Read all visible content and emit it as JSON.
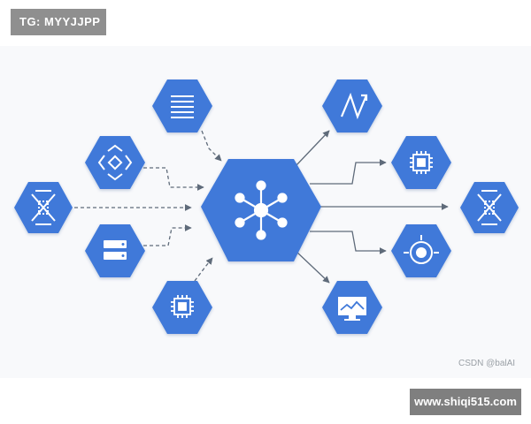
{
  "header": {
    "tag": "TG: MYYJJPP"
  },
  "footer": {
    "site": "www.shiqi515.com",
    "credit": "CSDN @balAI"
  },
  "colors": {
    "node_fill": "#3f79d9",
    "connector": "#5f6b7a",
    "icon": "#ffffff",
    "background": "#f8f9fb"
  },
  "diagram": {
    "hub": {
      "icon": "hub-network-icon"
    },
    "inputs": [
      {
        "icon": "list-lines-icon"
      },
      {
        "icon": "cube-arrows-icon"
      },
      {
        "icon": "pipeline-x-icon"
      },
      {
        "icon": "server-icon"
      },
      {
        "icon": "chip-icon"
      }
    ],
    "outputs": [
      {
        "icon": "zigzag-arrow-icon"
      },
      {
        "icon": "chip-icon"
      },
      {
        "icon": "pipeline-x-icon"
      },
      {
        "icon": "target-icon"
      },
      {
        "icon": "monitor-chart-icon"
      }
    ]
  }
}
